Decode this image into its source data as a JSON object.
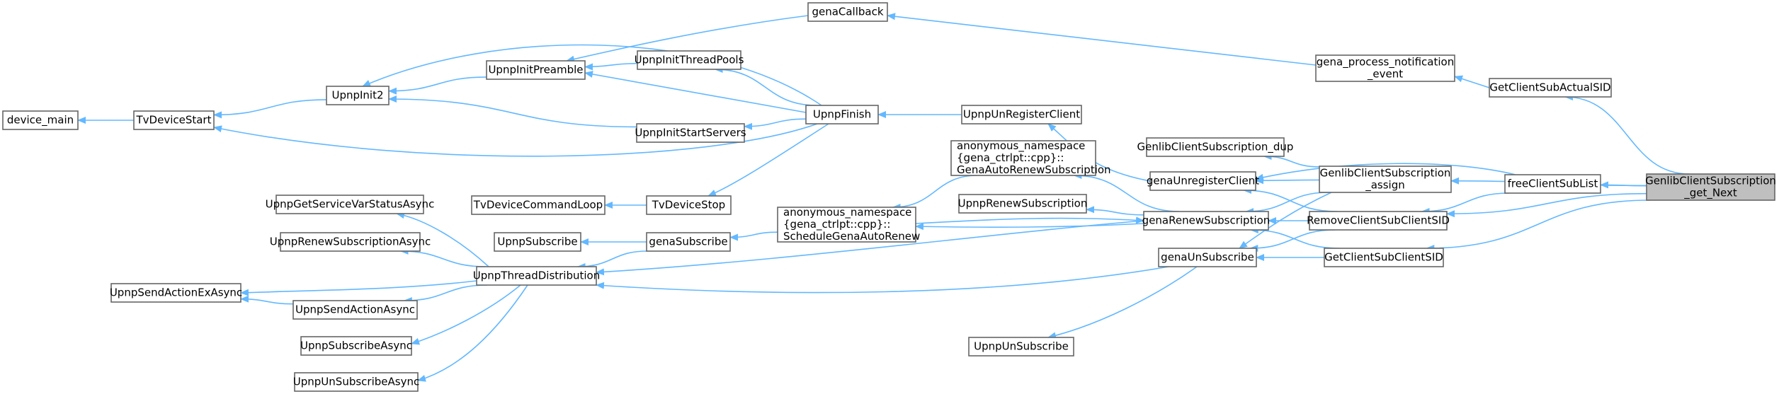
{
  "graph": {
    "title": "",
    "colors": {
      "node_fill": "#ffffff",
      "node_border": "#666666",
      "target_fill": "#bfbfbf",
      "edge": "#63b8ff",
      "text": "#000000"
    },
    "nodes": {
      "device_main": [
        "device_main"
      ],
      "TvDeviceStart": [
        "TvDeviceStart"
      ],
      "UpnpInit2": [
        "UpnpInit2"
      ],
      "UpnpInitPreamble": [
        "UpnpInitPreamble"
      ],
      "UpnpInitThreadPools": [
        "UpnpInitThreadPools"
      ],
      "UpnpInitStartServers": [
        "UpnpInitStartServers"
      ],
      "UpnpFinish": [
        "UpnpFinish"
      ],
      "genaCallback": [
        "genaCallback"
      ],
      "UpnpUnRegisterClient": [
        "UpnpUnRegisterClient"
      ],
      "gena_process_notification_event": [
        "gena_process_notification",
        "_event"
      ],
      "GetClientSubActualSID": [
        "GetClientSubActualSID"
      ],
      "GenlibClientSubscription_get_Next": [
        "GenlibClientSubscription",
        "_get_Next"
      ],
      "GenaAutoRenewSubscription": [
        "anonymous_namespace",
        "{gena_ctrlpt::cpp}::",
        "GenaAutoRenewSubscription"
      ],
      "GenlibClientSubscription_dup": [
        "GenlibClientSubscription_dup"
      ],
      "genaUnregisterClient": [
        "genaUnregisterClient"
      ],
      "GenlibClientSubscription_assign": [
        "GenlibClientSubscription",
        "_assign"
      ],
      "freeClientSubList": [
        "freeClientSubList"
      ],
      "UpnpRenewSubscription": [
        "UpnpRenewSubscription"
      ],
      "genaRenewSubscription": [
        "genaRenewSubscription"
      ],
      "RemoveClientSubClientSID": [
        "RemoveClientSubClientSID"
      ],
      "TvDeviceCommandLoop": [
        "TvDeviceCommandLoop"
      ],
      "TvDeviceStop": [
        "TvDeviceStop"
      ],
      "ScheduleGenaAutoRenew": [
        "anonymous_namespace",
        "{gena_ctrlpt::cpp}::",
        "ScheduleGenaAutoRenew"
      ],
      "UpnpGetServiceVarStatusAsync": [
        "UpnpGetServiceVarStatusAsync"
      ],
      "UpnpSubscribe": [
        "UpnpSubscribe"
      ],
      "genaSubscribe": [
        "genaSubscribe"
      ],
      "UpnpRenewSubscriptionAsync": [
        "UpnpRenewSubscriptionAsync"
      ],
      "UpnpThreadDistribution": [
        "UpnpThreadDistribution"
      ],
      "genaUnSubscribe": [
        "genaUnSubscribe"
      ],
      "GetClientSubClientSID": [
        "GetClientSubClientSID"
      ],
      "UpnpSendActionExAsync": [
        "UpnpSendActionExAsync"
      ],
      "UpnpSendActionAsync": [
        "UpnpSendActionAsync"
      ],
      "UpnpSubscribeAsync": [
        "UpnpSubscribeAsync"
      ],
      "UpnpUnSubscribe": [
        "UpnpUnSubscribe"
      ],
      "UpnpUnSubscribeAsync": [
        "UpnpUnSubscribeAsync"
      ]
    },
    "target": "GenlibClientSubscription_get_Next",
    "edges": [
      [
        "TvDeviceStart",
        "device_main"
      ],
      [
        "UpnpInit2",
        "TvDeviceStart"
      ],
      [
        "UpnpFinish",
        "TvDeviceStart"
      ],
      [
        "UpnpInitPreamble",
        "UpnpInit2"
      ],
      [
        "UpnpInitStartServers",
        "UpnpInit2"
      ],
      [
        "UpnpFinish",
        "UpnpInit2"
      ],
      [
        "genaCallback",
        "UpnpInitPreamble"
      ],
      [
        "UpnpInitThreadPools",
        "UpnpInitPreamble"
      ],
      [
        "UpnpFinish",
        "UpnpInitPreamble"
      ],
      [
        "UpnpFinish",
        "UpnpInitThreadPools"
      ],
      [
        "UpnpFinish",
        "UpnpInitStartServers"
      ],
      [
        "UpnpFinish",
        "TvDeviceStop"
      ],
      [
        "TvDeviceStop",
        "TvDeviceCommandLoop"
      ],
      [
        "UpnpUnRegisterClient",
        "UpnpFinish"
      ],
      [
        "gena_process_notification_event",
        "genaCallback"
      ],
      [
        "GetClientSubActualSID",
        "gena_process_notification_event"
      ],
      [
        "GenlibClientSubscription_get_Next",
        "GetClientSubActualSID"
      ],
      [
        "GenlibClientSubscription_get_Next",
        "GenlibClientSubscription_assign"
      ],
      [
        "GenlibClientSubscription_get_Next",
        "freeClientSubList"
      ],
      [
        "GenlibClientSubscription_get_Next",
        "RemoveClientSubClientSID"
      ],
      [
        "GenlibClientSubscription_get_Next",
        "GetClientSubClientSID"
      ],
      [
        "GenlibClientSubscription_assign",
        "GenlibClientSubscription_dup"
      ],
      [
        "GenlibClientSubscription_assign",
        "genaUnregisterClient"
      ],
      [
        "GenlibClientSubscription_assign",
        "genaRenewSubscription"
      ],
      [
        "GenlibClientSubscription_assign",
        "genaUnSubscribe"
      ],
      [
        "freeClientSubList",
        "genaUnregisterClient"
      ],
      [
        "freeClientSubList",
        "RemoveClientSubClientSID"
      ],
      [
        "RemoveClientSubClientSID",
        "genaUnregisterClient"
      ],
      [
        "RemoveClientSubClientSID",
        "genaRenewSubscription"
      ],
      [
        "RemoveClientSubClientSID",
        "genaUnSubscribe"
      ],
      [
        "GetClientSubClientSID",
        "genaRenewSubscription"
      ],
      [
        "GetClientSubClientSID",
        "genaUnSubscribe"
      ],
      [
        "genaUnregisterClient",
        "UpnpUnRegisterClient"
      ],
      [
        "genaRenewSubscription",
        "GenaAutoRenewSubscription"
      ],
      [
        "genaRenewSubscription",
        "UpnpRenewSubscription"
      ],
      [
        "genaRenewSubscription",
        "ScheduleGenaAutoRenew"
      ],
      [
        "genaRenewSubscription",
        "UpnpThreadDistribution"
      ],
      [
        "GenaAutoRenewSubscription",
        "ScheduleGenaAutoRenew"
      ],
      [
        "ScheduleGenaAutoRenew",
        "genaRenewSubscription"
      ],
      [
        "ScheduleGenaAutoRenew",
        "genaSubscribe"
      ],
      [
        "genaSubscribe",
        "UpnpSubscribe"
      ],
      [
        "genaSubscribe",
        "UpnpThreadDistribution"
      ],
      [
        "genaUnSubscribe",
        "UpnpThreadDistribution"
      ],
      [
        "genaUnSubscribe",
        "UpnpUnSubscribe"
      ],
      [
        "UpnpThreadDistribution",
        "UpnpGetServiceVarStatusAsync"
      ],
      [
        "UpnpThreadDistribution",
        "UpnpRenewSubscriptionAsync"
      ],
      [
        "UpnpThreadDistribution",
        "UpnpSendActionExAsync"
      ],
      [
        "UpnpThreadDistribution",
        "UpnpSendActionAsync"
      ],
      [
        "UpnpThreadDistribution",
        "UpnpSubscribeAsync"
      ],
      [
        "UpnpThreadDistribution",
        "UpnpUnSubscribeAsync"
      ],
      [
        "UpnpSendActionAsync",
        "UpnpSendActionExAsync"
      ]
    ]
  }
}
